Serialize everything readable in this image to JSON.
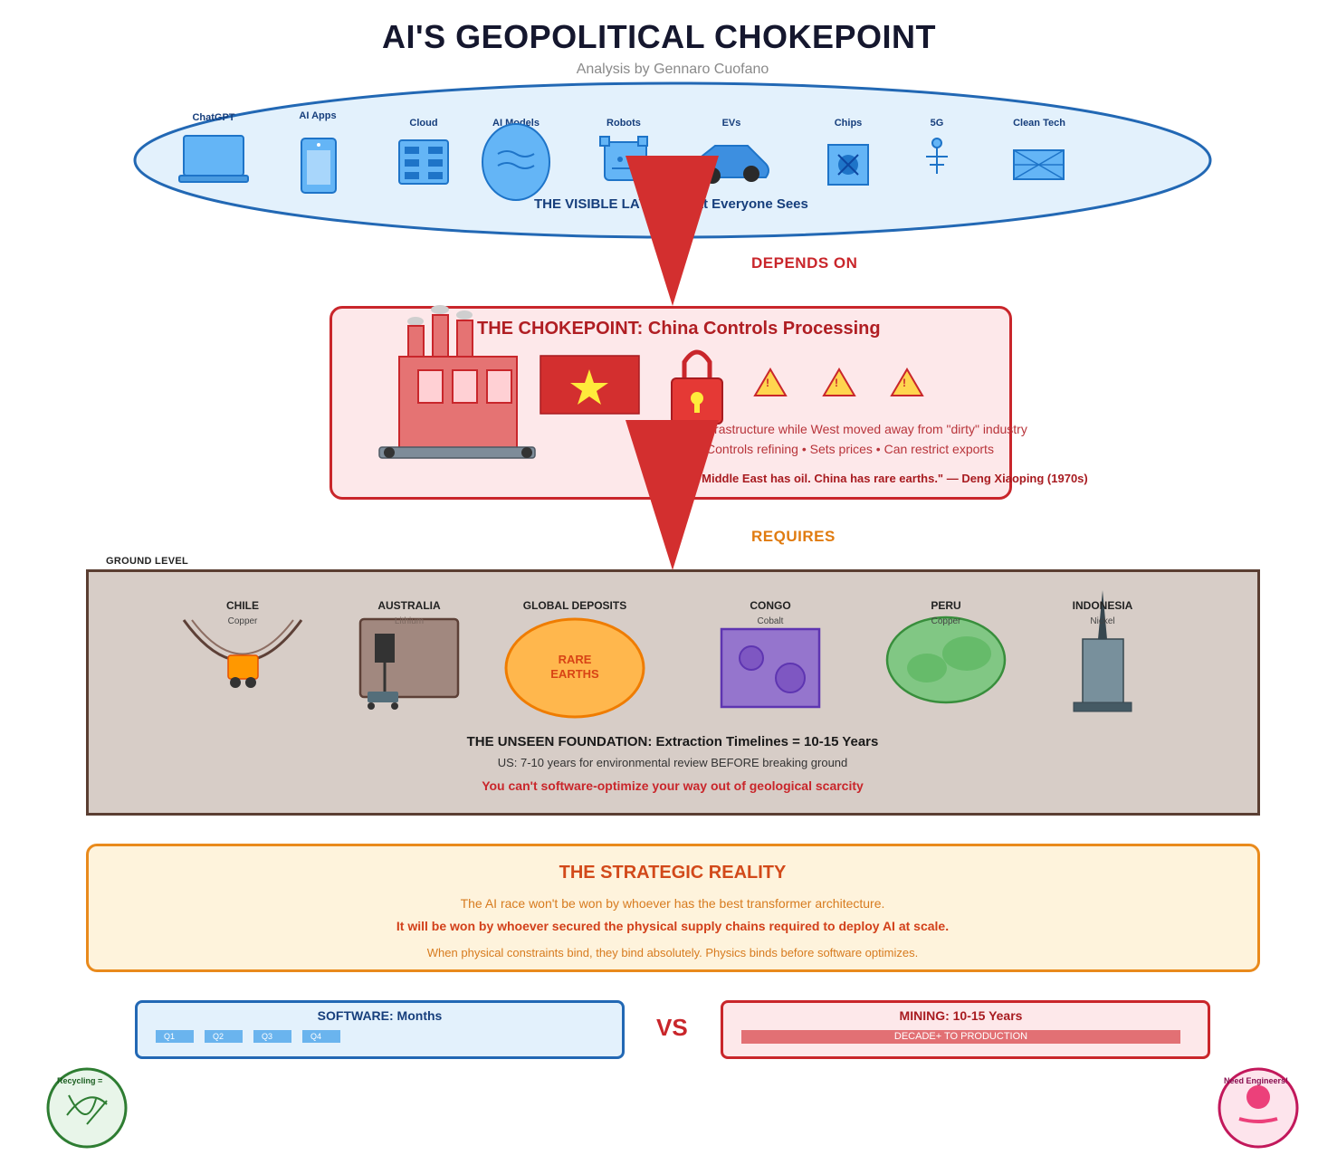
{
  "header": {
    "title": "AI'S GEOPOLITICAL CHOKEPOINT",
    "subtitle": "Analysis by Gennaro Cuofano"
  },
  "visible_layer": {
    "apps": [
      {
        "label": "ChatGPT",
        "icon": "laptop-icon"
      },
      {
        "label": "AI Apps",
        "icon": "phone-icon"
      },
      {
        "label": "Cloud",
        "icon": "server-grid-icon"
      },
      {
        "label": "AI Models",
        "icon": "brain-icon"
      },
      {
        "label": "Robots",
        "icon": "robot-icon"
      },
      {
        "label": "EVs",
        "icon": "car-icon"
      },
      {
        "label": "Chips",
        "icon": "chip-icon"
      },
      {
        "label": "5G",
        "icon": "antenna-icon"
      },
      {
        "label": "Clean Tech",
        "icon": "solar-panel-icon"
      }
    ],
    "caption": "THE VISIBLE LAYER: What Everyone Sees"
  },
  "connectors": {
    "depends_on": "DEPENDS ON",
    "requires": "REQUIRES"
  },
  "chokepoint": {
    "title": "THE CHOKEPOINT: China Controls Processing",
    "line1": "Built infrastructure while West moved away from \"dirty\" industry",
    "line2": "Controls refining • Sets prices • Can restrict exports",
    "quote": "\"The Middle East has oil. China has rare earths.\" — Deng Xiaoping (1970s)",
    "warning_symbol": "!"
  },
  "ground": {
    "label": "GROUND LEVEL",
    "regions": [
      {
        "name": "CHILE",
        "sub": "Copper"
      },
      {
        "name": "AUSTRALIA",
        "sub": "Lithium"
      },
      {
        "name": "GLOBAL DEPOSITS",
        "sub": ""
      },
      {
        "name": "CONGO",
        "sub": "Cobalt"
      },
      {
        "name": "PERU",
        "sub": "Copper"
      },
      {
        "name": "INDONESIA",
        "sub": "Nickel"
      }
    ],
    "rare_earths_line1": "RARE",
    "rare_earths_line2": "EARTHS",
    "foundation_title": "THE UNSEEN FOUNDATION: Extraction Timelines = 10-15 Years",
    "foundation_sub": "US: 7-10 years for environmental review BEFORE breaking ground",
    "foundation_warning": "You can't software-optimize your way out of geological scarcity"
  },
  "strategic": {
    "title": "THE STRATEGIC REALITY",
    "line1": "The AI race won't be won by whoever has the best transformer architecture.",
    "line2": "It will be won by whoever secured the physical supply chains required to deploy AI at scale.",
    "line3": "When physical constraints bind, they bind absolutely. Physics binds before software optimizes."
  },
  "comparison": {
    "software_title": "SOFTWARE: Months",
    "quarters": [
      "Q1",
      "Q2",
      "Q3",
      "Q4"
    ],
    "vs": "VS",
    "mining_title": "MINING: 10-15 Years",
    "mining_bar": "DECADE+ TO PRODUCTION"
  },
  "badges": {
    "left": "Recycling = ",
    "right": "Need Engineers!"
  },
  "colors": {
    "red": "#c9262b",
    "blue": "#2268b4",
    "orange": "#e98a1c",
    "brown": "#5a3e32"
  }
}
